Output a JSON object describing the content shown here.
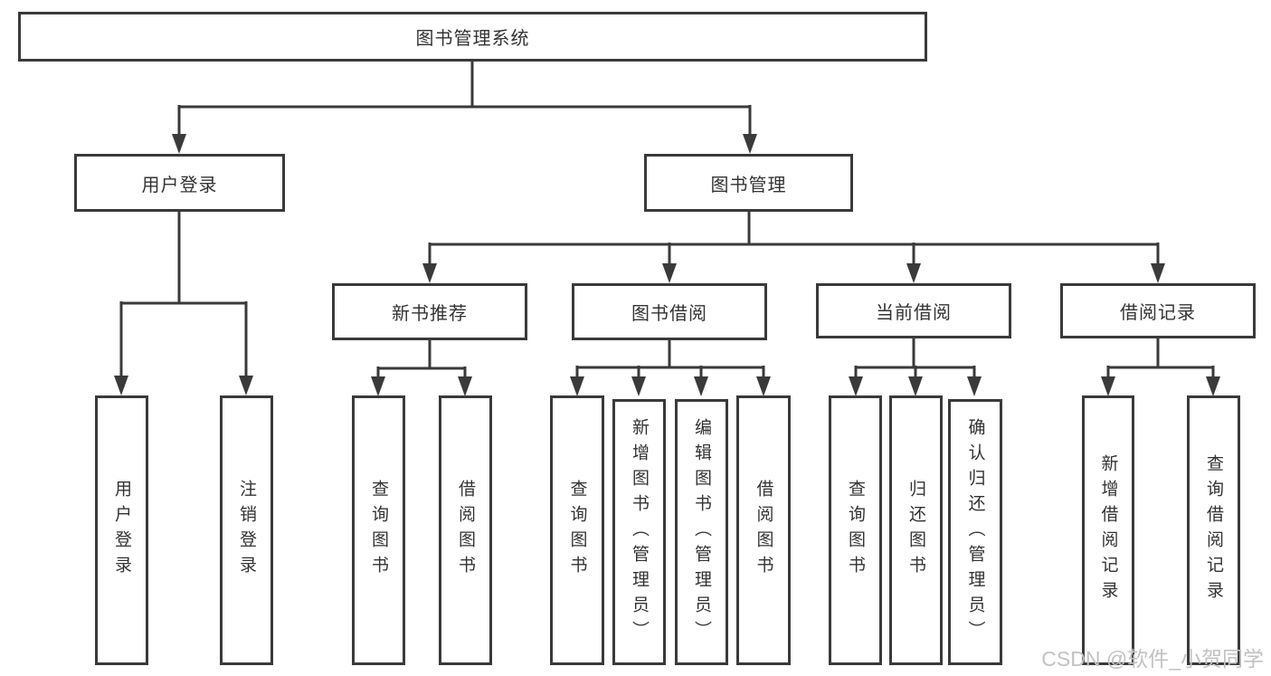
{
  "diagram": {
    "type": "hierarchy-tree",
    "watermark": "CSDN @软件_小贺同学",
    "colors": {
      "line": "#3a3a3a",
      "text": "#333333",
      "box_background": "#ffffff",
      "page_background": "#ffffff",
      "watermark": "#c2c2c2"
    }
  },
  "nodes": {
    "root": {
      "label": "图书管理系统"
    },
    "level2": [
      {
        "label": "用户登录"
      },
      {
        "label": "图书管理"
      }
    ],
    "level3": [
      {
        "label": "新书推荐"
      },
      {
        "label": "图书借阅"
      },
      {
        "label": "当前借阅"
      },
      {
        "label": "借阅记录"
      }
    ],
    "leaves": {
      "login": [
        {
          "label": "用户登录"
        },
        {
          "label": "注销登录"
        }
      ],
      "recommend": [
        {
          "label": "查询图书"
        },
        {
          "label": "借阅图书"
        }
      ],
      "borrow": [
        {
          "label": "查询图书"
        },
        {
          "label": "新增图书（管理员）"
        },
        {
          "label": "编辑图书（管理员）"
        },
        {
          "label": "借阅图书"
        }
      ],
      "current": [
        {
          "label": "查询图书"
        },
        {
          "label": "归还图书"
        },
        {
          "label": "确认归还（管理员）"
        }
      ],
      "records": [
        {
          "label": "新增借阅记录"
        },
        {
          "label": "查询借阅记录"
        }
      ]
    }
  }
}
